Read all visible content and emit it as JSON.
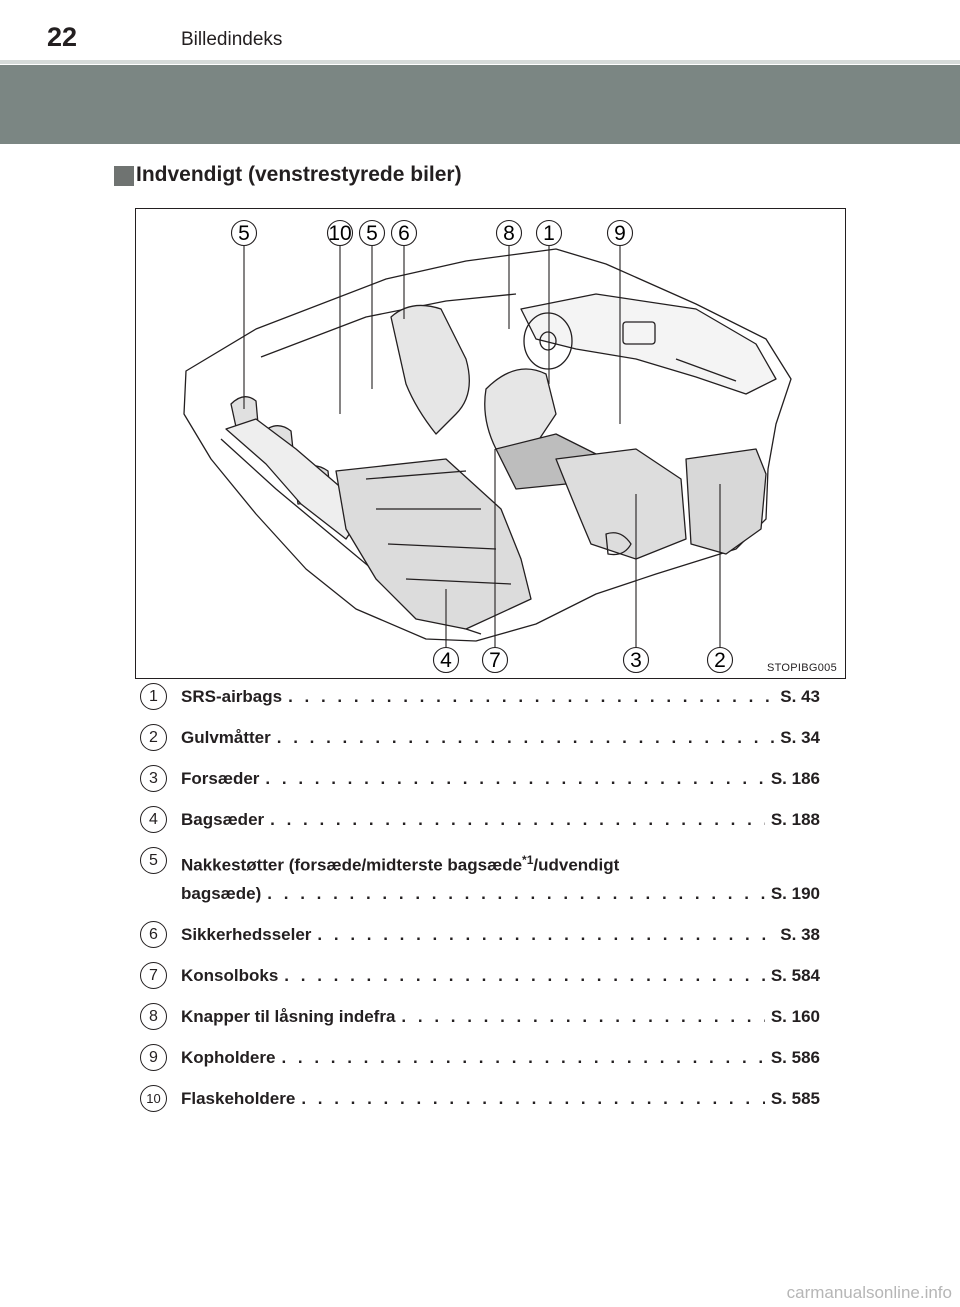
{
  "header": {
    "page_number": "22",
    "title": "Billedindeks"
  },
  "section": {
    "title": "Indvendigt (venstrestyrede biler)"
  },
  "figure": {
    "code": "STOPIBG005",
    "top_callouts": [
      "5",
      "10",
      "5",
      "6",
      "8",
      "1",
      "9"
    ],
    "bottom_callouts": [
      "4",
      "7",
      "3",
      "2"
    ]
  },
  "index": [
    {
      "num": "1",
      "label": "SRS-airbags",
      "page": "S. 43"
    },
    {
      "num": "2",
      "label": "Gulvmåtter",
      "page": "S. 34"
    },
    {
      "num": "3",
      "label": "Forsæder",
      "page": "S. 186"
    },
    {
      "num": "4",
      "label": "Bagsæder",
      "page": "S. 188"
    },
    {
      "num": "5",
      "label_line1": "Nakkestøtter (forsæde/midterste bagsæde",
      "sup": "*1",
      "label_line1_end": "/udvendigt",
      "label": "bagsæde)",
      "page": "S. 190"
    },
    {
      "num": "6",
      "label": "Sikkerhedsseler",
      "page": "S. 38"
    },
    {
      "num": "7",
      "label": "Konsolboks",
      "page": "S. 584"
    },
    {
      "num": "8",
      "label": "Knapper til låsning indefra",
      "page": "S. 160"
    },
    {
      "num": "9",
      "label": "Kopholdere",
      "page": "S. 586"
    },
    {
      "num": "10",
      "label": "Flaskeholdere",
      "page": "S. 585"
    }
  ],
  "watermark": "carmanualsonline.info"
}
